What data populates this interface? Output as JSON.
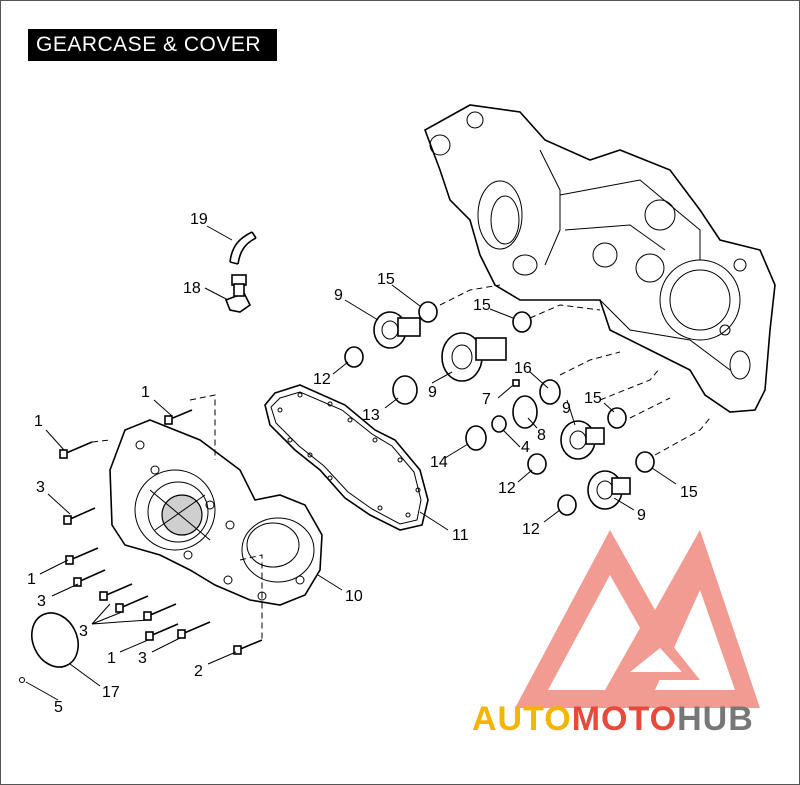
{
  "title": "GEARCASE & COVER",
  "callouts": [
    {
      "id": "c19",
      "text": "19"
    },
    {
      "id": "c18",
      "text": "18"
    },
    {
      "id": "c15a",
      "text": "15"
    },
    {
      "id": "c9a",
      "text": "9"
    },
    {
      "id": "c15b",
      "text": "15"
    },
    {
      "id": "c12a",
      "text": "12"
    },
    {
      "id": "c9b",
      "text": "9"
    },
    {
      "id": "c16",
      "text": "16"
    },
    {
      "id": "c7",
      "text": "7"
    },
    {
      "id": "c13",
      "text": "13"
    },
    {
      "id": "c1a",
      "text": "1"
    },
    {
      "id": "c1b",
      "text": "1"
    },
    {
      "id": "c9c",
      "text": "9"
    },
    {
      "id": "c15c",
      "text": "15"
    },
    {
      "id": "c8",
      "text": "8"
    },
    {
      "id": "c14",
      "text": "14"
    },
    {
      "id": "c4",
      "text": "4"
    },
    {
      "id": "c3a",
      "text": "3"
    },
    {
      "id": "c12b",
      "text": "12"
    },
    {
      "id": "c15d",
      "text": "15"
    },
    {
      "id": "c9d",
      "text": "9"
    },
    {
      "id": "c12c",
      "text": "12"
    },
    {
      "id": "c11",
      "text": "11"
    },
    {
      "id": "c1c",
      "text": "1"
    },
    {
      "id": "c3b",
      "text": "3"
    },
    {
      "id": "c10",
      "text": "10"
    },
    {
      "id": "c3c",
      "text": "3"
    },
    {
      "id": "c1d",
      "text": "1"
    },
    {
      "id": "c3d",
      "text": "3"
    },
    {
      "id": "c2",
      "text": "2"
    },
    {
      "id": "c5",
      "text": "5"
    },
    {
      "id": "c17",
      "text": "17"
    }
  ],
  "watermark": {
    "part1": "AUTO",
    "part2": "MOTO",
    "part3": "HUB",
    "colors": {
      "auto": "#f5b400",
      "moto": "#e74a3b",
      "hub": "#777777",
      "triangle": "#ef8a80"
    }
  }
}
